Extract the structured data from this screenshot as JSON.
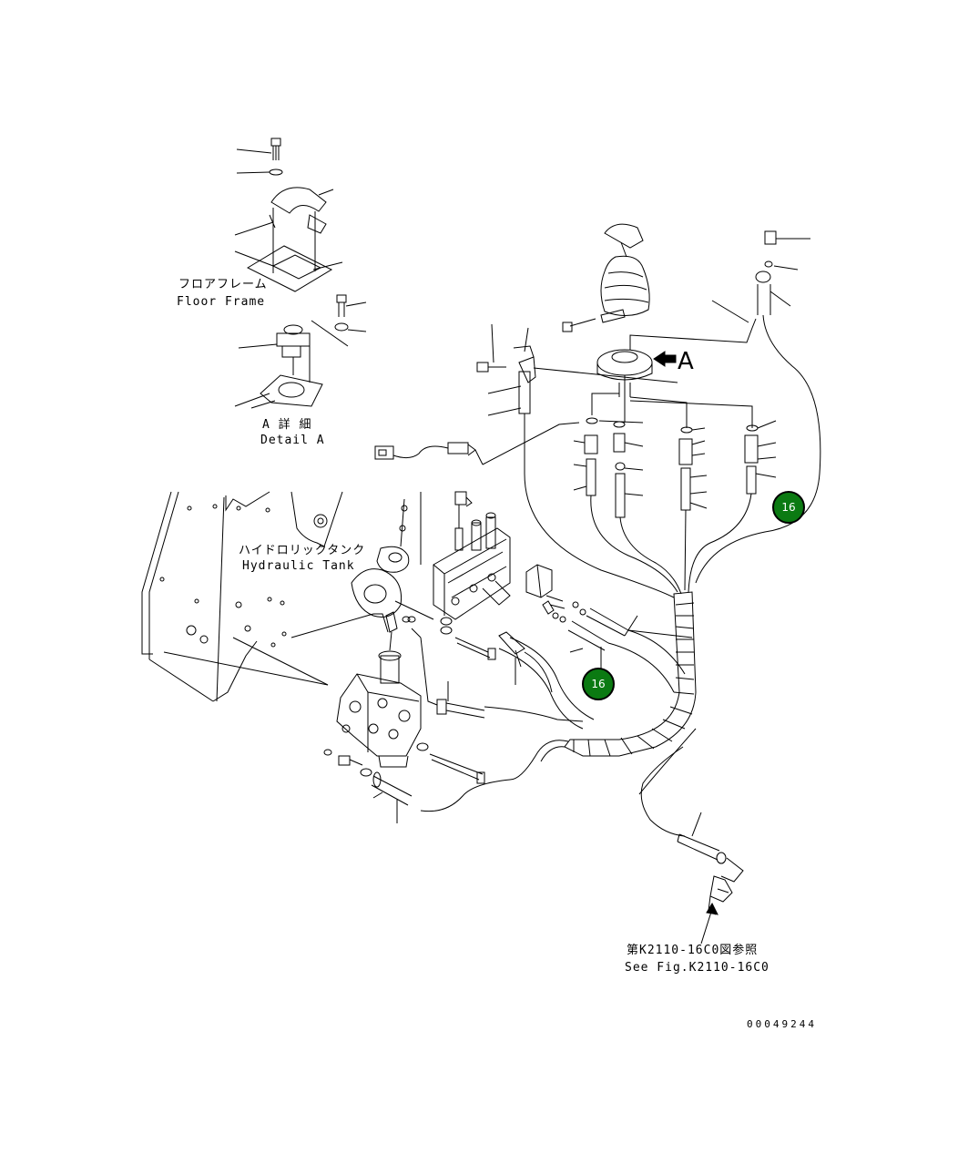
{
  "labels": {
    "floor_frame_jp": "フロアフレーム",
    "floor_frame_en": "Floor Frame",
    "detail_jp": "A 詳 細",
    "detail_en": "Detail A",
    "hydraulic_tank_jp": "ハイドロリックタンク",
    "hydraulic_tank_en": "Hydraulic Tank",
    "view_marker": "A",
    "see_fig_jp": "第K2110-16C0図参照",
    "see_fig_en": "See Fig.K2110-16C0",
    "drawing_number": "00049244"
  },
  "callouts": [
    {
      "text": "16"
    },
    {
      "text": "16"
    }
  ],
  "colors": {
    "callout_fill": "#0b7a12",
    "line": "#000000"
  }
}
